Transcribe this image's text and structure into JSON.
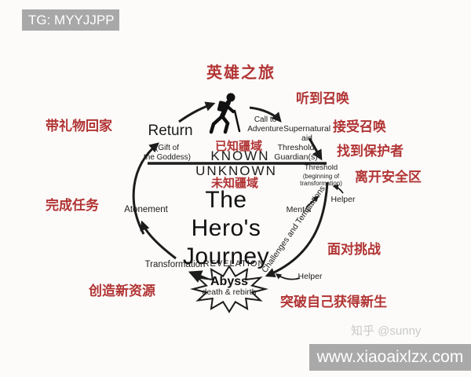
{
  "colors": {
    "accent_red": "#b13434",
    "ink": "#1c1c1c",
    "banner_gray": "#a8a8a8",
    "watermark_gray": "#c9c9c9"
  },
  "overlays": {
    "tg_banner": "TG: MYYJJPP",
    "zhihu_watermark": "知乎 @sunny",
    "site_banner": "www.xiaoaixlzx.com"
  },
  "title": "英雄之旅",
  "center": {
    "line1": "The",
    "line2": "Hero's",
    "line3": "Journey"
  },
  "zones": {
    "known_cn": "已知疆域",
    "known_en": "KNOWN",
    "unknown_en": "UNKNOWN",
    "unknown_cn": "未知疆域"
  },
  "stages": {
    "return": "Return",
    "gift": "(Gift of\nthe Goddess)",
    "call_to_adventure": "Call to\nAdventure",
    "supernatural_aid": "Supernatural\naid",
    "threshold_guardians": "Threshold\nGuardian(s)",
    "threshold": "Threshold",
    "threshold_sub": "(beginning of\ntransformation)",
    "helper_top": "Helper",
    "mentor": "Mentor",
    "challenges": "Challenges and Temptations",
    "helper_bottom": "Helper",
    "revelation": "REVELATION",
    "abyss": "Abyss",
    "abyss_sub": "death & rebirth",
    "transformation": "Transformation",
    "atonement": "Atonement"
  },
  "annotations": {
    "bring_gifts_home": "带礼物回家",
    "hear_the_call": "听到召唤",
    "accept_the_call": "接受召唤",
    "find_protector": "找到保护者",
    "leave_comfort_zone": "离开安全区",
    "complete_the_task": "完成任务",
    "face_challenges": "面对挑战",
    "create_new_resources": "创造新资源",
    "breakthrough_rebirth": "突破自己获得新生"
  }
}
